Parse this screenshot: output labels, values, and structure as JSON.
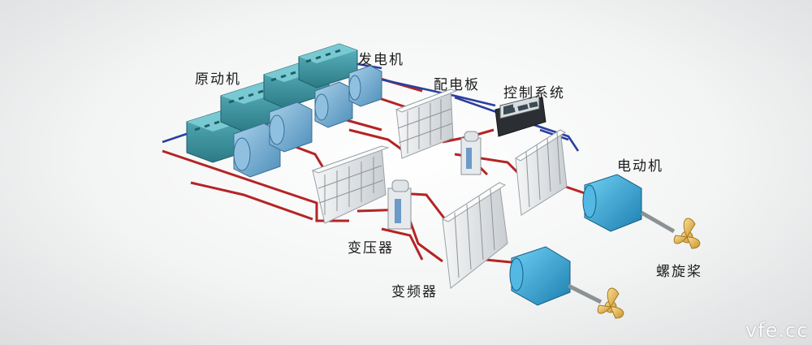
{
  "labels": {
    "prime_mover": "原动机",
    "generator": "发电机",
    "switchboard": "配电板",
    "control_system": "控制系统",
    "electric_motor": "电动机",
    "transformer": "变压器",
    "frequency_converter": "变频器",
    "propeller": "螺旋桨"
  },
  "watermark": "vfe.cc",
  "colors": {
    "engine": "#3f9aa6",
    "generator": "#7bb4d6",
    "motor": "#2fa9da",
    "cabinet": "#e8ebed",
    "red_cable": "#b52424",
    "blue_cable": "#2a3f9e",
    "propeller": "#e2b64a"
  }
}
